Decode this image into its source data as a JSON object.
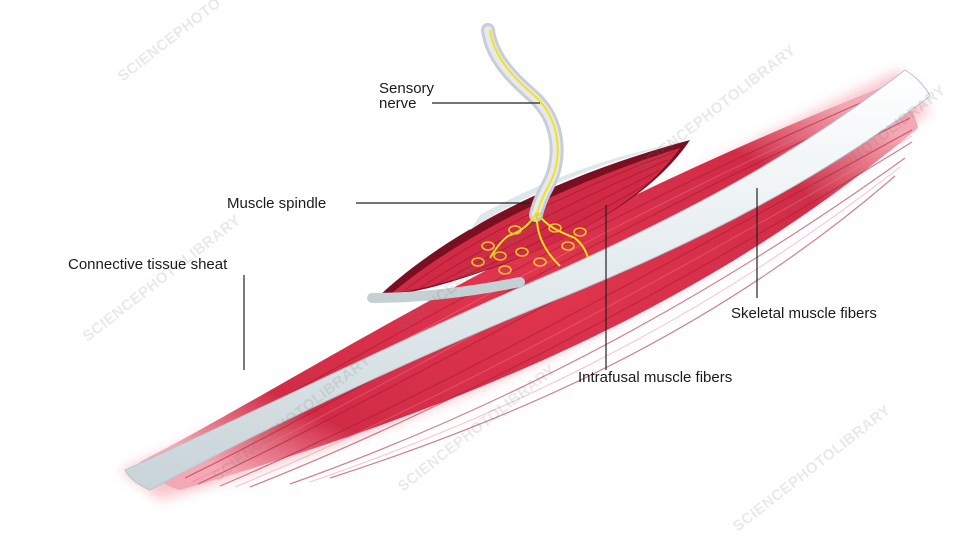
{
  "labels": {
    "sensory_nerve": [
      "Sensory",
      "nerve"
    ],
    "muscle_spindle": "Muscle spindle",
    "connective_tissue_sheat": "Connective tissue sheat",
    "skeletal_muscle_fibers": "Skeletal muscle fibers",
    "intrafusal_muscle_fibers": "Intrafusal muscle fibers"
  },
  "watermarks": [
    "SCIENCEPHOTO",
    "SCIENCEPHOTOLIBRARY",
    "SCIENCEPHOTOLIBRARY",
    "SCIENCEPHOTOLIBRARY",
    "SCIENCEPHOTOLIBRARY",
    "SCIENCEPHOTOLIBRARY",
    "SCIENCEPHOTOLIBRARY",
    "SCIENCEPHOTOLIBRARY"
  ],
  "colors": {
    "muscle": "#d8314a",
    "muscle_dark": "#b31f38",
    "sheath": "#e8eef0",
    "nerve": "#f2e21a",
    "leader": "#222222"
  }
}
